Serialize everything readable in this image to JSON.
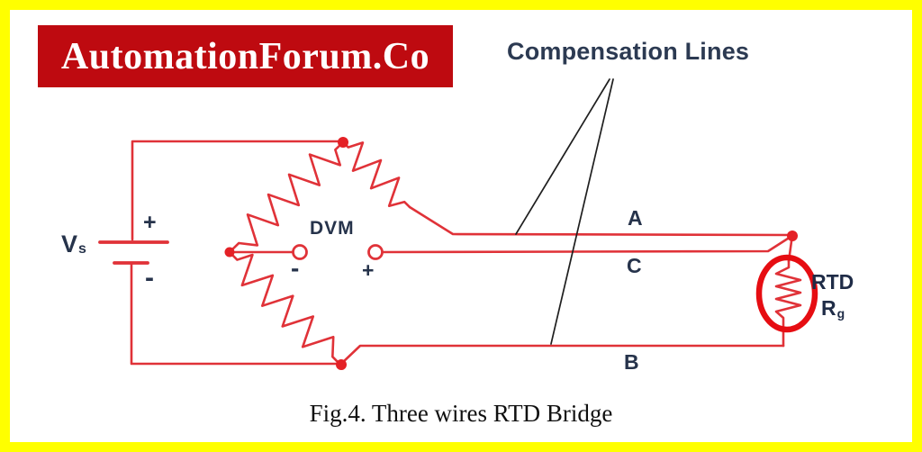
{
  "frame": {
    "border_color": "#FFFF00",
    "background": "#FFFFFF"
  },
  "banner": {
    "text": "AutomationForum.Co",
    "background": "#BE0A10",
    "color": "#FFFFFF"
  },
  "annotation": {
    "compensation_label": "Compensation Lines"
  },
  "circuit": {
    "supply": {
      "name": "V",
      "sub": "s",
      "plus": "+",
      "minus": "-"
    },
    "meter": {
      "name": "DVM",
      "minus": "-",
      "plus": "+"
    },
    "wire_labels": {
      "a": "A",
      "c": "C",
      "b": "B"
    },
    "rtd": {
      "label": "RTD",
      "resistance": "R",
      "resistance_sub": "g"
    },
    "colors": {
      "wire": "#E03238",
      "rtd_ring": "#E60D12",
      "node_dot": "#E42126",
      "pointer_line": "#1F1F1F",
      "label_text": "#26334B"
    }
  },
  "caption": {
    "text": "Fig.4. Three wires RTD Bridge"
  }
}
